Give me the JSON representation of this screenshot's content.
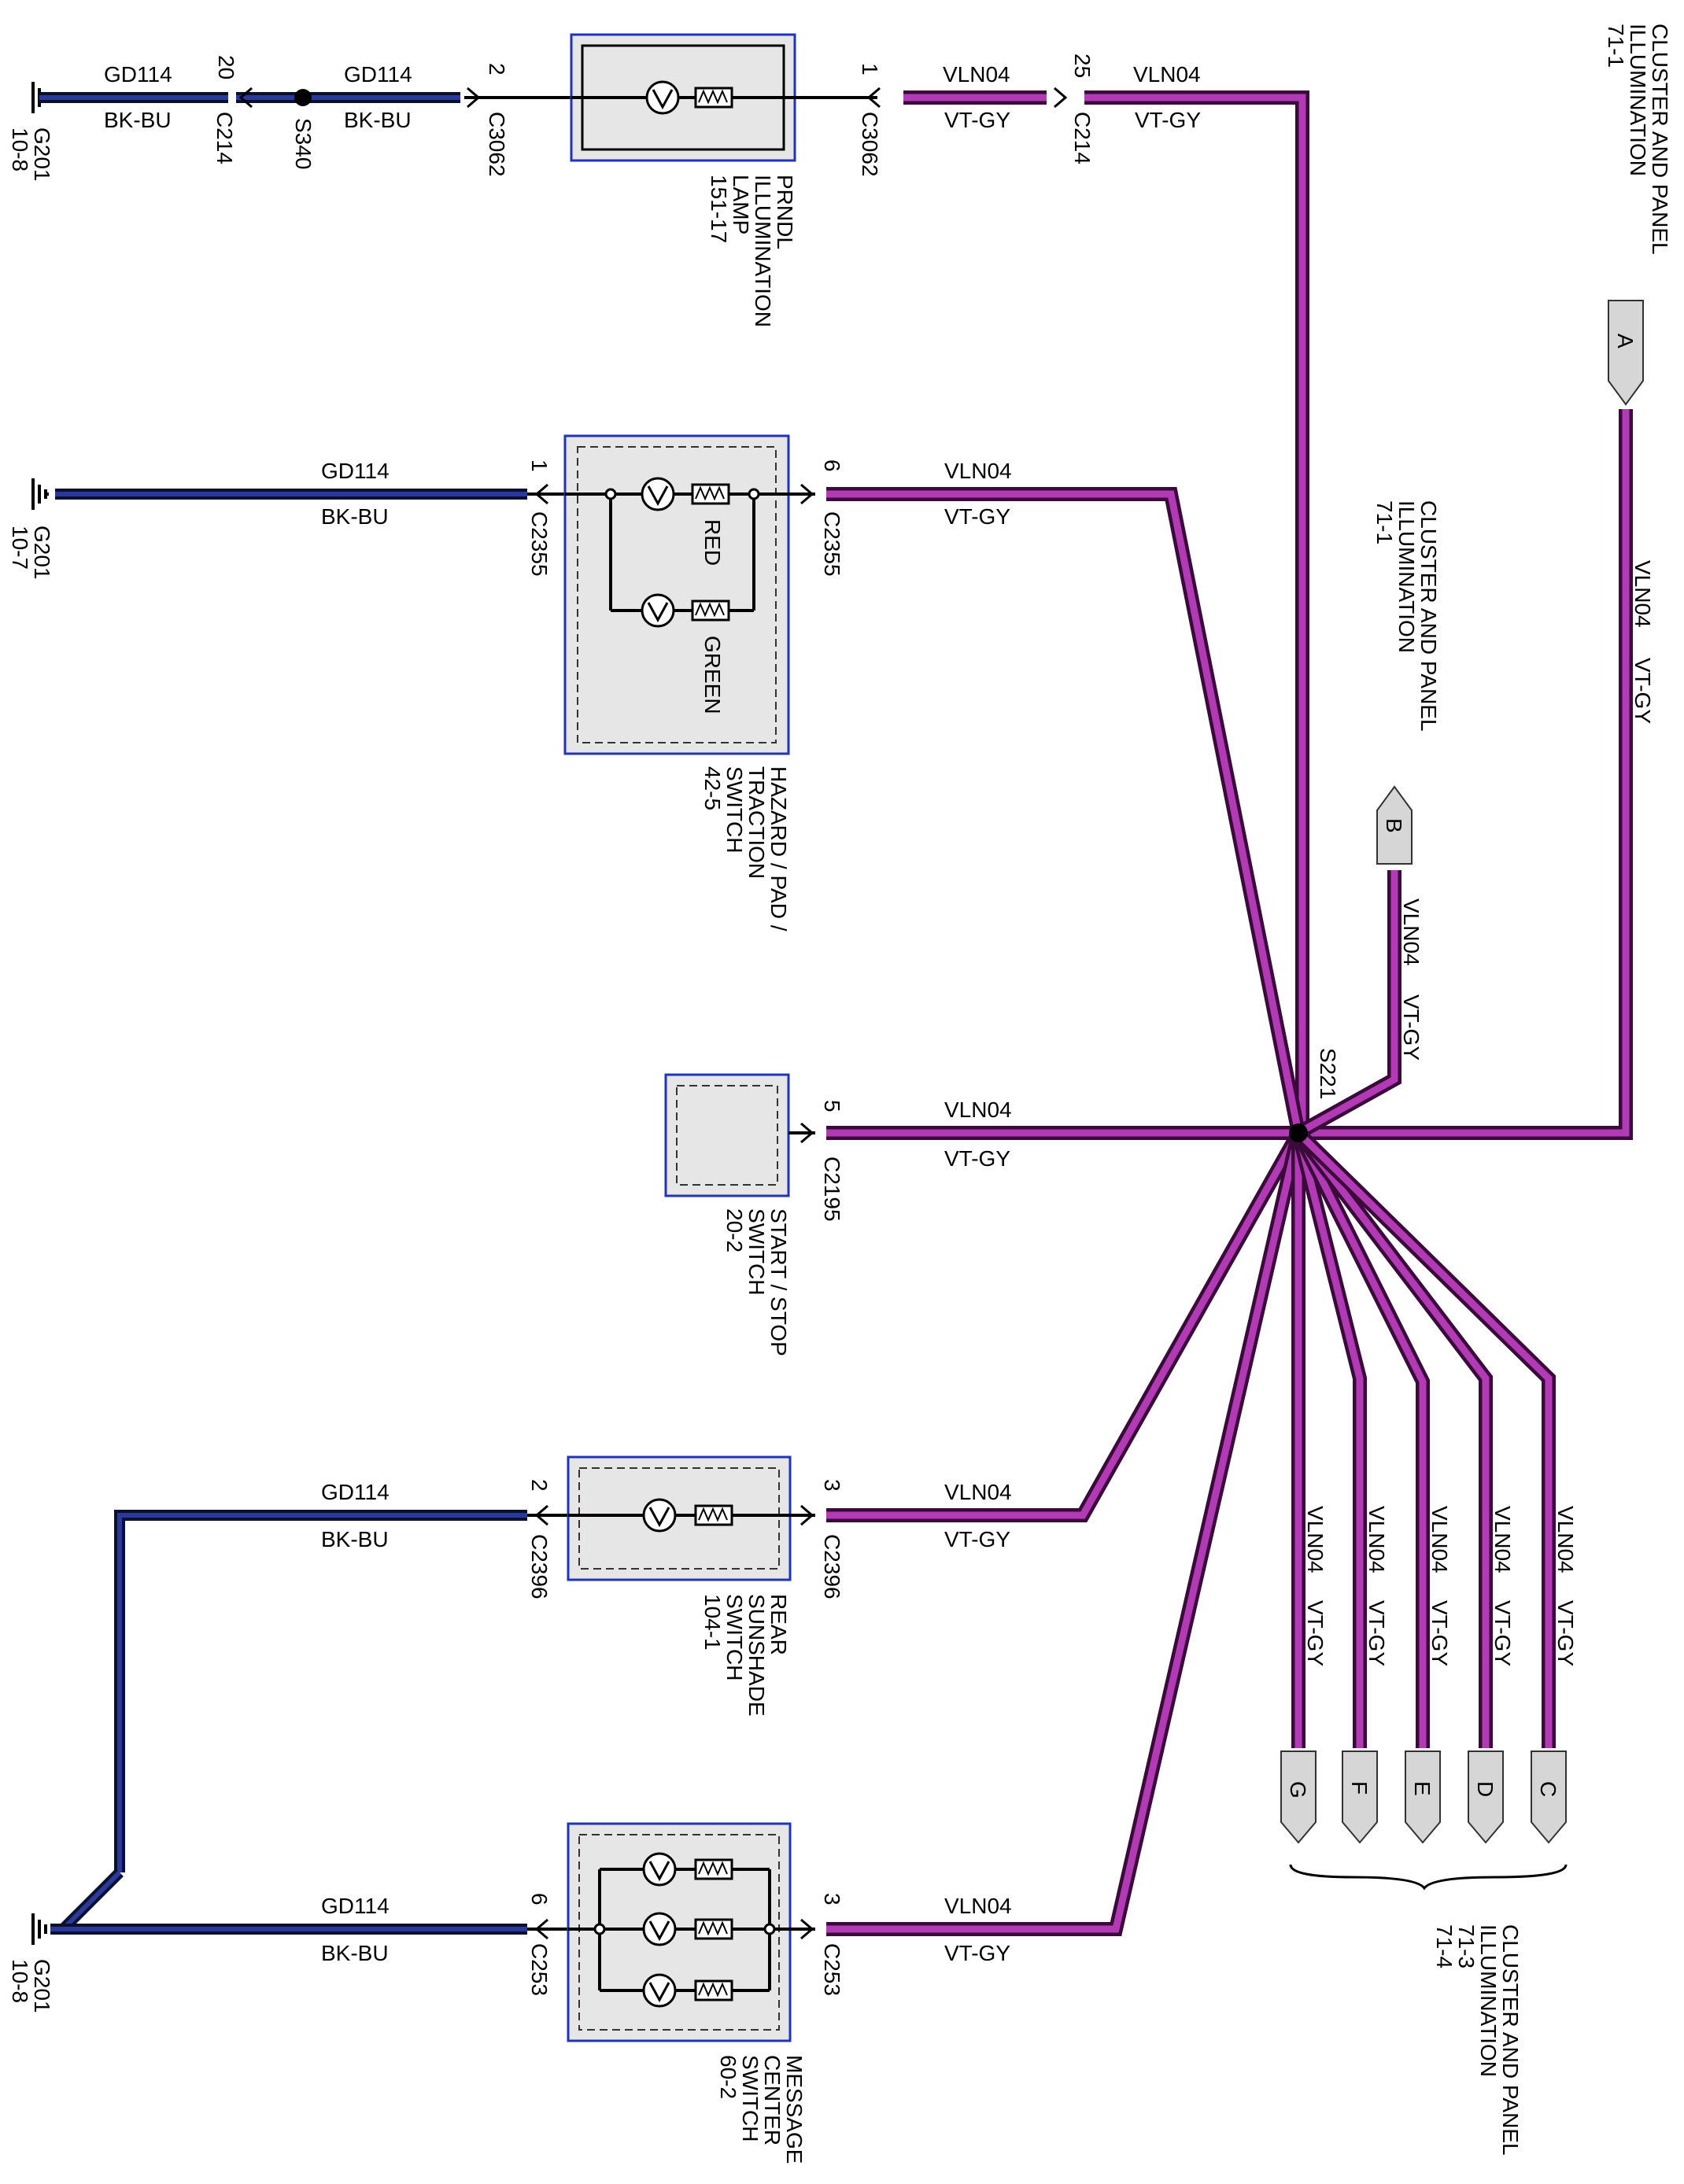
{
  "colors": {
    "ground_wire": "#2a3a9a",
    "illum_wire": "#b23ab5",
    "component_border": "#2233bb",
    "component_fill": "#e6e6e6"
  },
  "wires": {
    "gd114": {
      "circuit": "GD114",
      "color": "BK-BU"
    },
    "vln04": {
      "circuit": "VLN04",
      "color": "VT-GY"
    }
  },
  "grounds": {
    "g1": {
      "name": "G201",
      "ref": "10-8"
    },
    "g2": {
      "name": "G201",
      "ref": "10-7"
    },
    "g3": {
      "name": "G201",
      "ref": "10-8"
    }
  },
  "splices": {
    "s340": "S340",
    "s221": "S221"
  },
  "row1": {
    "c214a_pin": "20",
    "c214a": "C214",
    "c3062a_pin": "2",
    "c3062a": "C3062",
    "c3062b_pin": "1",
    "c3062b": "C3062",
    "c214b_pin": "25",
    "c214b": "C214",
    "component": {
      "line1": "PRNDL",
      "line2": "ILLUMINATION",
      "line3": "LAMP",
      "ref": "151-17"
    }
  },
  "row2": {
    "cin_pin": "1",
    "cin": "C2355",
    "cout_pin": "6",
    "cout": "C2355",
    "lamp_red": "RED",
    "lamp_green": "GREEN",
    "component": {
      "line1": "HAZARD / PAD /",
      "line2": "TRACTION",
      "line3": "SWITCH",
      "ref": "42-5"
    }
  },
  "row3": {
    "cout_pin": "5",
    "cout": "C2195",
    "component": {
      "line1": "START / STOP",
      "line2": "SWITCH",
      "ref": "20-2"
    }
  },
  "row4": {
    "cin_pin": "2",
    "cin": "C2396",
    "cout_pin": "3",
    "cout": "C2396",
    "component": {
      "line1": "REAR",
      "line2": "SUNSHADE",
      "line3": "SWITCH",
      "ref": "104-1"
    }
  },
  "row5": {
    "cin_pin": "6",
    "cin": "C253",
    "cout_pin": "3",
    "cout": "C253",
    "component": {
      "line1": "MESSAGE",
      "line2": "CENTER",
      "line3": "SWITCH",
      "ref": "60-2"
    }
  },
  "refs": {
    "top": {
      "line1": "CLUSTER AND PANEL",
      "line2": "ILLUMINATION",
      "ref": "71-1"
    },
    "mid": {
      "line1": "CLUSTER AND PANEL",
      "line2": "ILLUMINATION",
      "ref": "71-1"
    },
    "bottom": {
      "line1": "CLUSTER AND PANEL",
      "line2": "ILLUMINATION",
      "ref1": "71-3",
      "ref2": "71-4"
    }
  },
  "flags": {
    "a": "A",
    "b": "B",
    "c": "C",
    "d": "D",
    "e": "E",
    "f": "F",
    "g": "G"
  }
}
